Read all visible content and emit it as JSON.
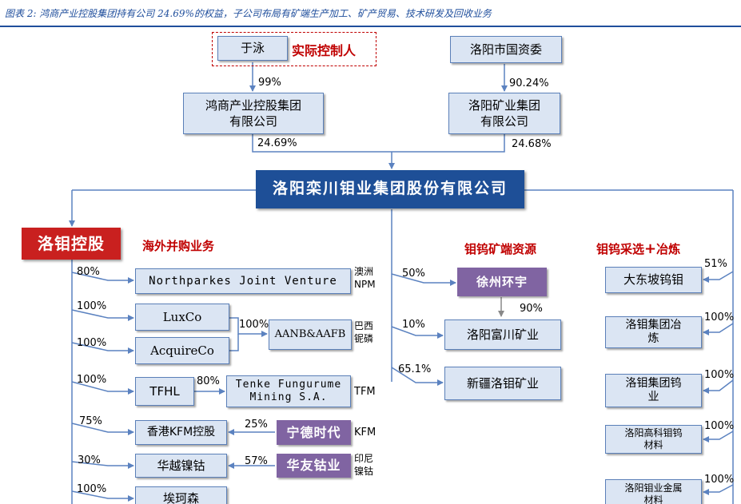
{
  "caption": "图表 2: 鸿商产业控股集团持有公司 24.69%的权益，子公司布局有矿端生产加工、矿产贸易、技术研发及回收业务",
  "controller_label": "实际控制人",
  "sections": {
    "overseas": "海外并购业务",
    "mining": "钼钨矿端资源",
    "smelting_prefix": "钼钨采选",
    "smelting_plus": "+",
    "smelting_suffix": "冶炼"
  },
  "nodes": {
    "yuyong": "于泳",
    "luoyang_sasac": "洛阳市国资委",
    "hongshang": "鸿商产业控股集团\n有限公司",
    "luoyang_mining": "洛阳矿业集团\n有限公司",
    "cmoc": "洛阳栾川钼业集团股份有限公司",
    "cmoc_holding": "洛钼控股",
    "northparkes": "Northparkes Joint Venture",
    "luxco": "LuxCo",
    "acquireco": "AcquireCo",
    "aanb": "AANB&AAFB",
    "tfhl": "TFHL",
    "tenke": "Tenke Fungurume\nMining S.A.",
    "hk_kfm": "香港KFM控股",
    "ningde": "宁德时代",
    "huayue": "华越镍钴",
    "huayou": "华友钴业",
    "ikeson": "埃珂森",
    "xuzhou": "徐州环宇",
    "fuchuan": "洛阳富川矿业",
    "xinjiang": "新疆洛钼矿业",
    "dadongpo": "大东坡钨钼",
    "yelian": "洛钼集团冶\n炼",
    "wuye": "洛钼集团钨\n业",
    "gaoke": "洛阳高科钼钨\n材料",
    "jinshu": "洛阳钼业金属\n材料"
  },
  "notes": {
    "npm": "澳洲\nNPM",
    "brazil": "巴西\n铌磷",
    "tfm": "TFM",
    "kfm": "KFM",
    "indonesia": "印尼\n镍钴"
  },
  "percentages": {
    "yuyong_hongshang": "99%",
    "sasac_mining": "90.24%",
    "hongshang_cmoc": "24.69%",
    "mining_cmoc": "24.68%",
    "northparkes": "80%",
    "luxco": "100%",
    "acquireco": "100%",
    "aanb": "100%",
    "tfhl": "100%",
    "tenke": "80%",
    "hk_kfm": "75%",
    "ningde_kfm": "25%",
    "huayue": "30%",
    "huayou_huayue": "57%",
    "ikeson": "100%",
    "xuzhou": "50%",
    "xuzhou_fuchuan": "90%",
    "fuchuan": "10%",
    "xinjiang": "65.1%",
    "dadongpo": "51%",
    "yelian": "100%",
    "wuye": "100%",
    "gaoke": "100%",
    "jinshu": "100%"
  }
}
